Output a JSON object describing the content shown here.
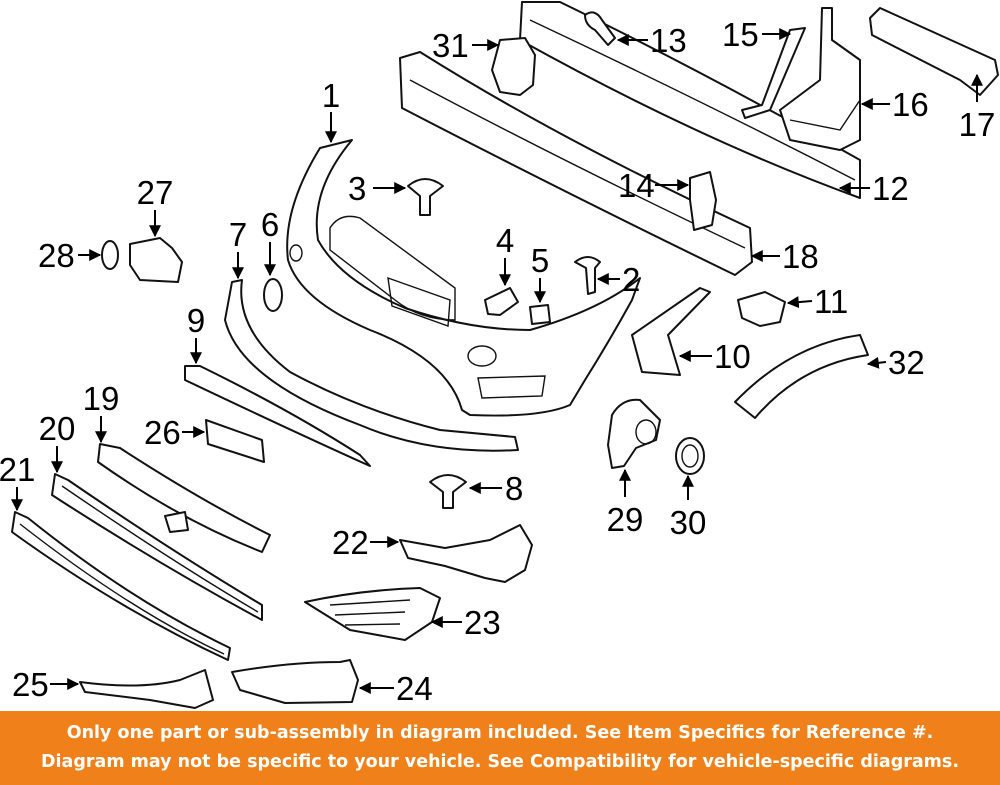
{
  "callouts": [
    "1",
    "2",
    "3",
    "4",
    "5",
    "6",
    "7",
    "8",
    "9",
    "10",
    "11",
    "12",
    "13",
    "14",
    "15",
    "16",
    "17",
    "18",
    "19",
    "20",
    "21",
    "22",
    "23",
    "24",
    "25",
    "26",
    "27",
    "28",
    "29",
    "30",
    "31",
    "32"
  ],
  "banner": {
    "line1": "Only one part or sub-assembly in diagram included. See Item Specifics for Reference #.",
    "line2": "Diagram may not be specific to your vehicle. See Compatibility for vehicle-specific diagrams."
  },
  "colors": {
    "banner_bg": "#f0801a",
    "banner_text": "#ffffff",
    "line_art": "#111111"
  }
}
